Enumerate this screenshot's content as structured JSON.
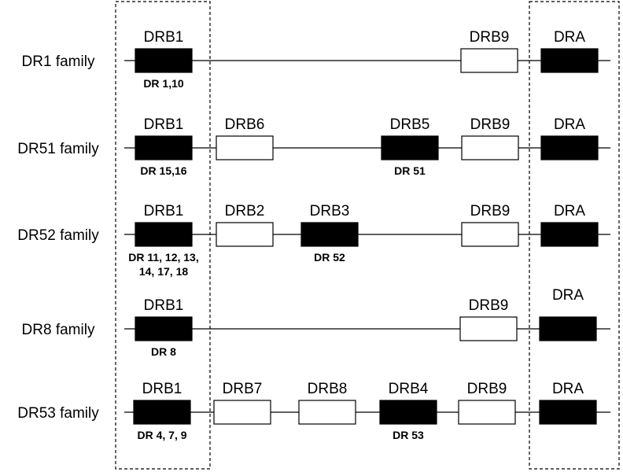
{
  "colors": {
    "active_gene": "#000000",
    "pseudo_gene": "#ffffff",
    "line": "#000000"
  },
  "families": [
    {
      "name": "DR1 family",
      "genes": [
        {
          "label": "DRB1",
          "fill": "black",
          "alleles": [
            "DR 1,10"
          ]
        },
        {
          "label": "DRB9",
          "fill": "white",
          "alleles": []
        },
        {
          "label": "DRA",
          "fill": "black",
          "alleles": []
        }
      ]
    },
    {
      "name": "DR51 family",
      "genes": [
        {
          "label": "DRB1",
          "fill": "black",
          "alleles": [
            "DR 15,16"
          ]
        },
        {
          "label": "DRB6",
          "fill": "white",
          "alleles": []
        },
        {
          "label": "DRB5",
          "fill": "black",
          "alleles": [
            "DR 51"
          ]
        },
        {
          "label": "DRB9",
          "fill": "white",
          "alleles": []
        },
        {
          "label": "DRA",
          "fill": "black",
          "alleles": []
        }
      ]
    },
    {
      "name": "DR52 family",
      "genes": [
        {
          "label": "DRB1",
          "fill": "black",
          "alleles": [
            "DR 11, 12, 13,",
            "14, 17, 18"
          ]
        },
        {
          "label": "DRB2",
          "fill": "white",
          "alleles": []
        },
        {
          "label": "DRB3",
          "fill": "black",
          "alleles": [
            "DR 52"
          ]
        },
        {
          "label": "DRB9",
          "fill": "white",
          "alleles": []
        },
        {
          "label": "DRA",
          "fill": "black",
          "alleles": []
        }
      ]
    },
    {
      "name": "DR8 family",
      "genes": [
        {
          "label": "DRB1",
          "fill": "black",
          "alleles": [
            "DR 8"
          ]
        },
        {
          "label": "DRB9",
          "fill": "white",
          "alleles": []
        },
        {
          "label": "DRA",
          "fill": "black",
          "alleles": []
        }
      ]
    },
    {
      "name": "DR53 family",
      "genes": [
        {
          "label": "DRB1",
          "fill": "black",
          "alleles": [
            "DR 4, 7, 9"
          ]
        },
        {
          "label": "DRB7",
          "fill": "white",
          "alleles": []
        },
        {
          "label": "DRB8",
          "fill": "white",
          "alleles": []
        },
        {
          "label": "DRB4",
          "fill": "black",
          "alleles": [
            "DR 53"
          ]
        },
        {
          "label": "DRB9",
          "fill": "white",
          "alleles": []
        },
        {
          "label": "DRA",
          "fill": "black",
          "alleles": []
        }
      ]
    }
  ]
}
